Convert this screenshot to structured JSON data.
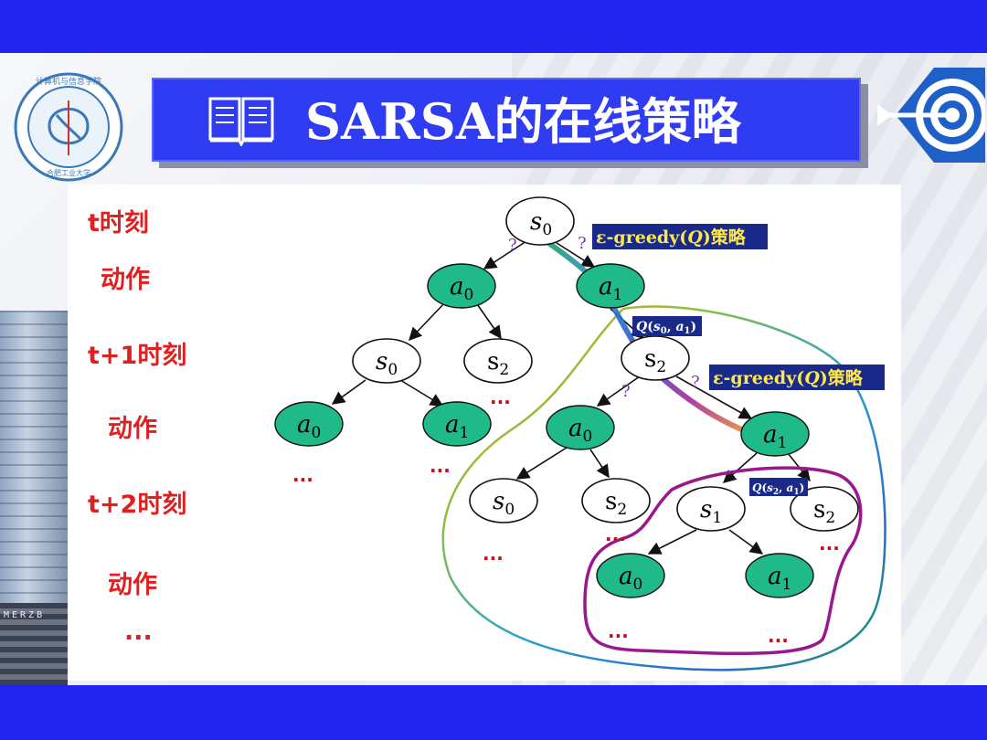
{
  "header": {
    "title": "SARSA的在线策略",
    "book_icon": "book-icon",
    "logo_text_top": "计算机与信息学院",
    "logo_text_bottom": "合肥工业大学",
    "target_icon": "target-arrow-icon"
  },
  "background": {
    "building_text": "MERZB"
  },
  "time_labels": {
    "t": "t时刻",
    "action_1": "动作",
    "t1": "t+1时刻",
    "action_2": "动作",
    "t2": "t+2时刻",
    "action_3": "动作",
    "more": "..."
  },
  "tree": {
    "root": {
      "label": "s",
      "sub": "0"
    },
    "level1": [
      {
        "label": "a",
        "sub": "0"
      },
      {
        "label": "a",
        "sub": "1"
      }
    ],
    "level2": [
      {
        "label": "s",
        "sub": "0"
      },
      {
        "label": "s",
        "sub": "2"
      },
      {
        "label": "s",
        "sub": "2"
      }
    ],
    "level3": [
      {
        "label": "a",
        "sub": "0"
      },
      {
        "label": "a",
        "sub": "1"
      },
      {
        "label": "a",
        "sub": "0"
      },
      {
        "label": "a",
        "sub": "1"
      }
    ],
    "level4": [
      {
        "label": "s",
        "sub": "0"
      },
      {
        "label": "s",
        "sub": "2"
      },
      {
        "label": "s",
        "sub": "1"
      },
      {
        "label": "s",
        "sub": "2"
      }
    ],
    "level5": [
      {
        "label": "a",
        "sub": "0"
      },
      {
        "label": "a",
        "sub": "1"
      }
    ],
    "ellipsis": "..."
  },
  "annotations": {
    "greedy_1": {
      "prefix": "ε-greedy(",
      "q": "Q",
      "suffix": ")策略"
    },
    "greedy_2": {
      "prefix": "ε-greedy(",
      "q": "Q",
      "suffix": ")策略"
    },
    "q_s0_a1": {
      "q": "Q",
      "open": "(",
      "s": "s",
      "s_sub": "0",
      "comma": ", ",
      "a": "a",
      "a_sub": "1",
      "close": ")"
    },
    "q_s2_a1": {
      "q": "Q",
      "open": "(",
      "s": "s",
      "s_sub": "2",
      "comma": ", ",
      "a": "a",
      "a_sub": "1",
      "close": ")"
    },
    "question_mark": "?"
  },
  "colors": {
    "band_blue": "#2323f0",
    "title_box": "#2f3cf2",
    "time_label_red": "#e02020",
    "action_node_fill": "#1fb98a",
    "state_node_fill": "#ffffff",
    "highlight_box": "#9b1790",
    "tag_bg": "#1a2a8a",
    "tag_text": "#ffe84a"
  }
}
